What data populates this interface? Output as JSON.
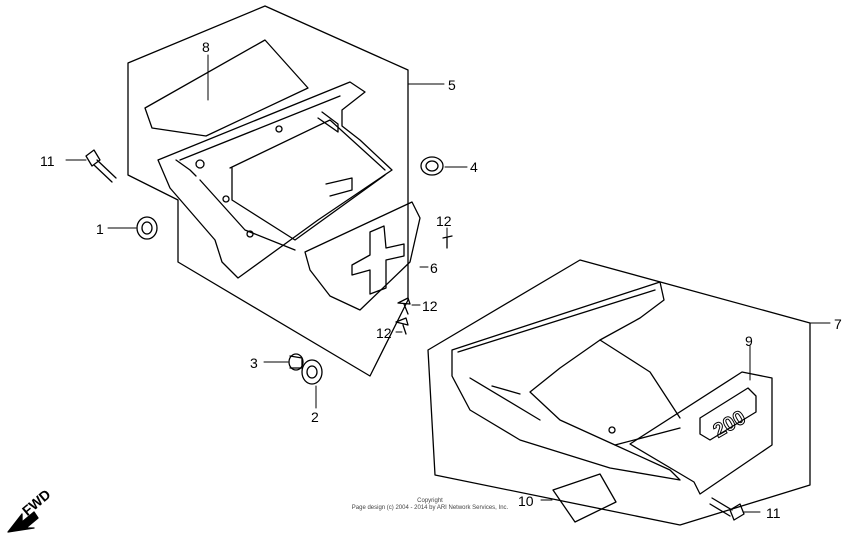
{
  "diagram": {
    "callouts": {
      "c1": "1",
      "c2": "2",
      "c3": "3",
      "c4": "4",
      "c5": "5",
      "c6": "6",
      "c7": "7",
      "c8": "8",
      "c9": "9",
      "c10": "10",
      "c11a": "11",
      "c11b": "11",
      "c12a": "12",
      "c12b": "12",
      "c12c": "12"
    },
    "direction_label": "FWD",
    "panel_badge": "200",
    "copyright_line1": "Copyright",
    "copyright_line2": "Page design (c) 2004 - 2014 by ARI Network Services, Inc."
  }
}
